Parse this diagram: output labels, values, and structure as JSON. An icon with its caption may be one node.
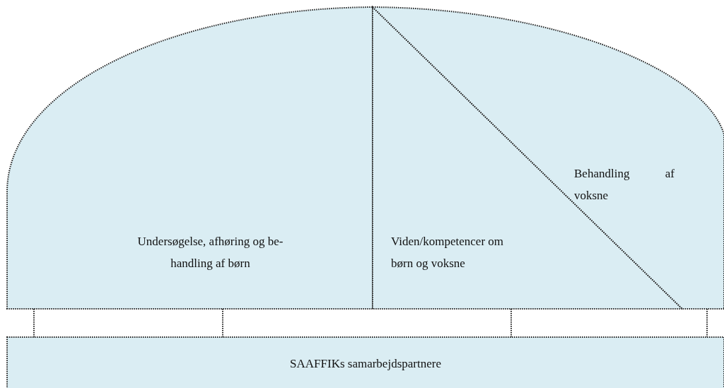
{
  "diagram": {
    "nodes": [
      {
        "text": [
          "Undersøgelse, afhøring og be- handling af børn"
        ]
      },
      {
        "text": [
          "Viden/kompetencer om børn og voksne"
        ]
      },
      {
        "text": [
          "Behandling af voksne"
        ]
      },
      {
        "text": [
          "SAAFFIKs samarbejdspartnere"
        ]
      }
    ],
    "edges": [
      {
        "from": 0,
        "to": 3,
        "arrow": "none",
        "style": "dashed"
      },
      {
        "from": 0,
        "to": 3,
        "arrow": "none",
        "style": "dashed"
      },
      {
        "from": 1,
        "to": 3,
        "arrow": "none",
        "style": "dashed"
      },
      {
        "from": 2,
        "to": 3,
        "arrow": "none",
        "style": "dashed"
      }
    ]
  }
}
